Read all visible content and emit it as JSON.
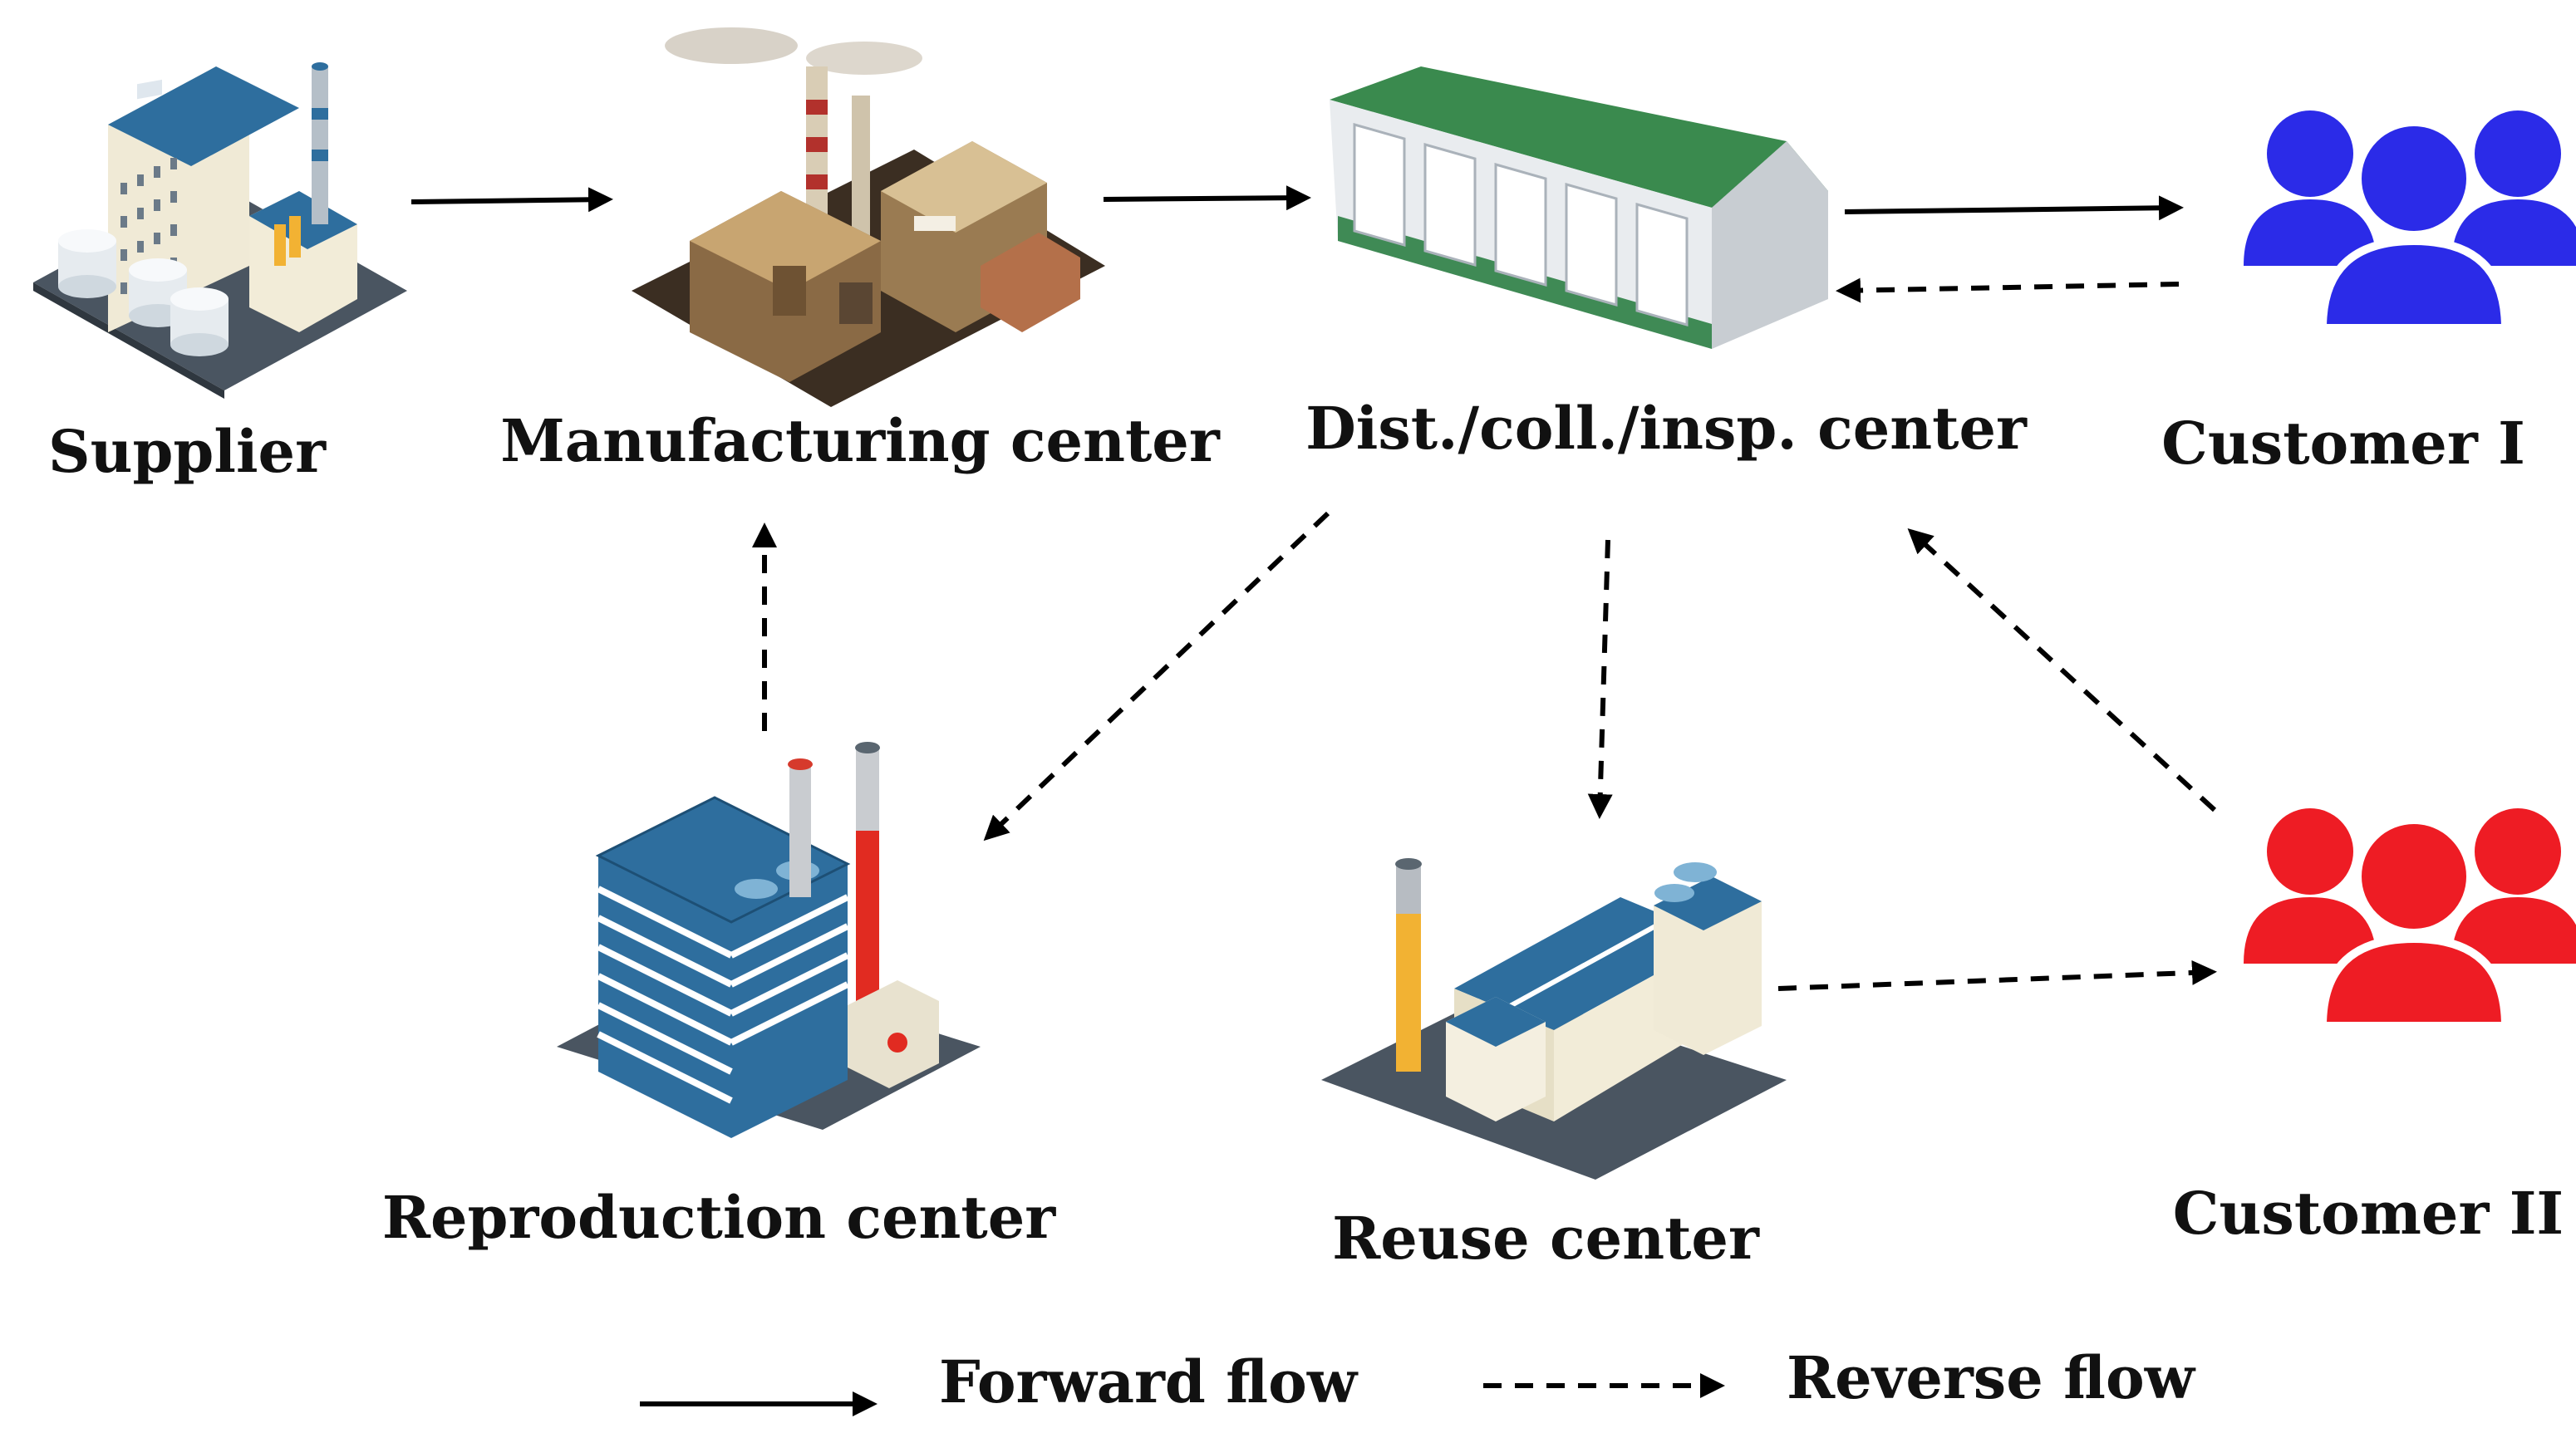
{
  "nodes": {
    "supplier": {
      "label": "Supplier",
      "icon": "supplier-factory-icon"
    },
    "manufacturing": {
      "label": "Manufacturing center",
      "icon": "manufacturing-plant-icon"
    },
    "distribution": {
      "label": "Dist./coll./insp. center",
      "icon": "warehouse-icon"
    },
    "customer1": {
      "label": "Customer I",
      "icon": "customer-group-icon",
      "color": "#2b2be8"
    },
    "customer2": {
      "label": "Customer II",
      "icon": "customer-group-icon",
      "color": "#ee1c24"
    },
    "reproduction": {
      "label": "Reproduction center",
      "icon": "reproduction-factory-icon"
    },
    "reuse": {
      "label": "Reuse center",
      "icon": "reuse-factory-icon"
    }
  },
  "edges": [
    {
      "from": "supplier",
      "to": "manufacturing",
      "type": "forward"
    },
    {
      "from": "manufacturing",
      "to": "distribution",
      "type": "forward"
    },
    {
      "from": "distribution",
      "to": "customer1",
      "type": "forward"
    },
    {
      "from": "customer1",
      "to": "distribution",
      "type": "reverse"
    },
    {
      "from": "distribution",
      "to": "reproduction",
      "type": "reverse"
    },
    {
      "from": "distribution",
      "to": "reuse",
      "type": "reverse"
    },
    {
      "from": "customer2",
      "to": "distribution",
      "type": "reverse"
    },
    {
      "from": "reproduction",
      "to": "manufacturing",
      "type": "reverse"
    },
    {
      "from": "reuse",
      "to": "customer2",
      "type": "reverse"
    }
  ],
  "legend": {
    "forward_label": "Forward flow",
    "reverse_label": "Reverse flow"
  }
}
